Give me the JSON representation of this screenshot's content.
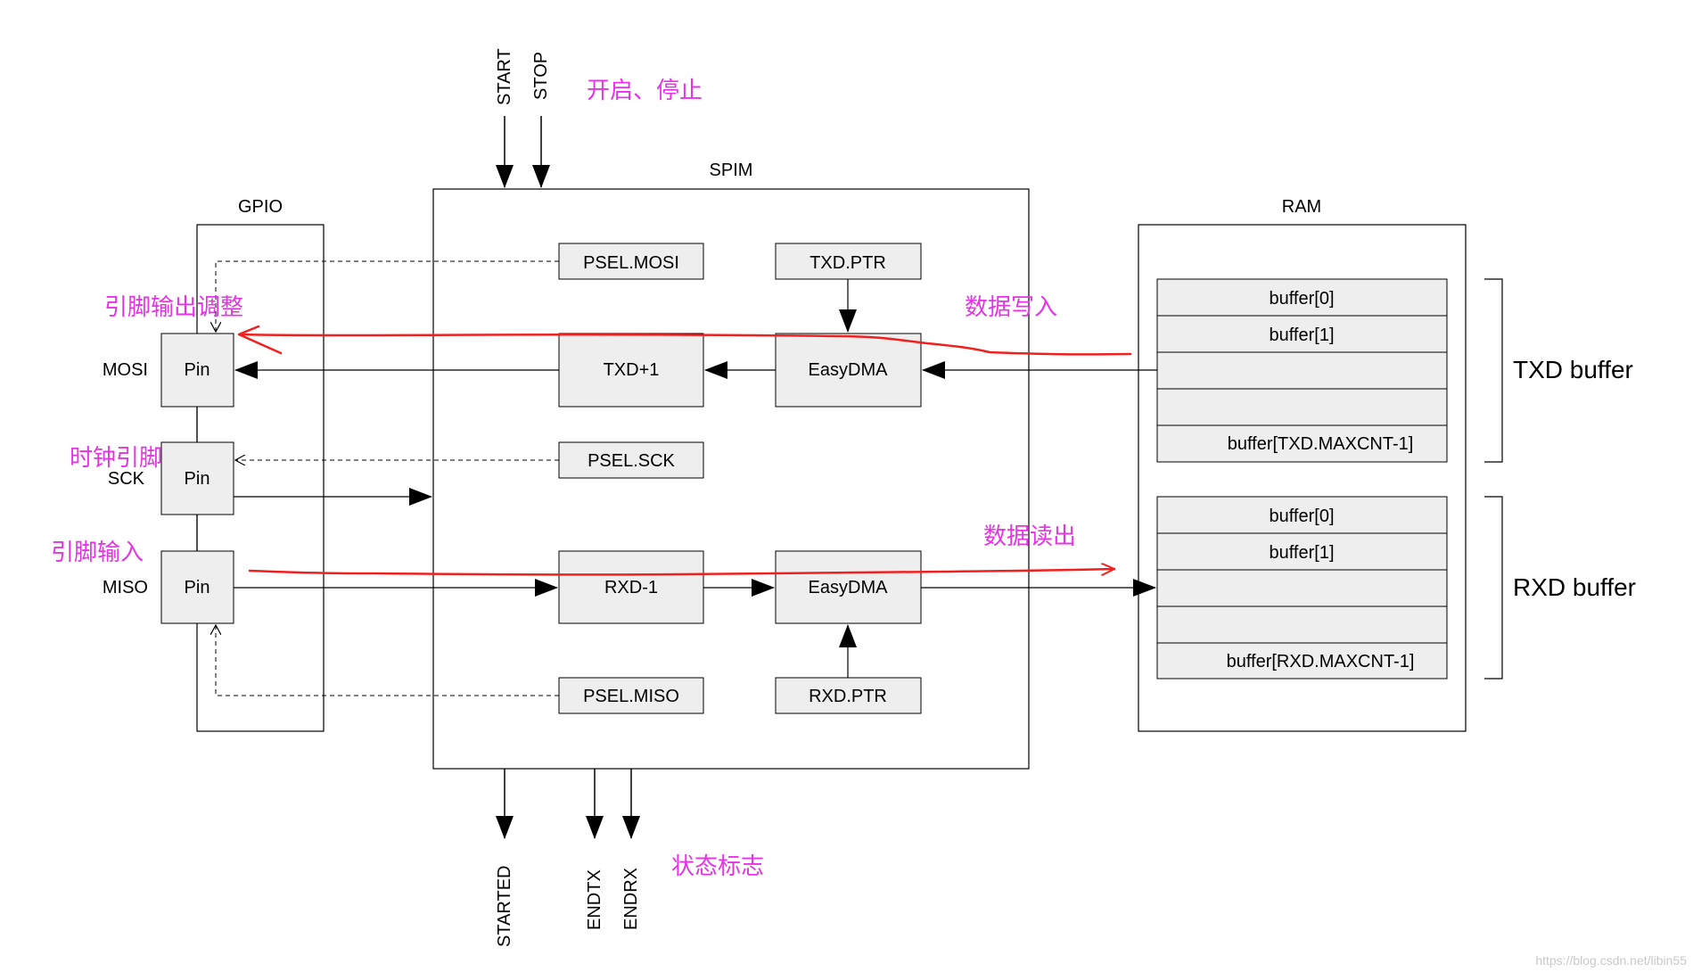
{
  "colors": {
    "line": "#000000",
    "box_fill": "#eeeeee",
    "annotation_text": "#e633e6",
    "annotation_stroke": "#f02020",
    "watermark": "#c8c8c8"
  },
  "signals": {
    "start": "START",
    "stop": "STOP",
    "started": "STARTED",
    "endtx": "ENDTX",
    "endrx": "ENDRX"
  },
  "blocks": {
    "spim": "SPIM",
    "gpio": "GPIO",
    "ram": "RAM"
  },
  "gpio": {
    "pin_label": "Pin",
    "mosi": "MOSI",
    "sck": "SCK",
    "miso": "MISO"
  },
  "spim": {
    "psel_mosi": "PSEL.MOSI",
    "txd_ptr": "TXD.PTR",
    "txd_plus1": "TXD+1",
    "easydma_tx": "EasyDMA",
    "psel_sck": "PSEL.SCK",
    "rxd_minus1": "RXD-1",
    "easydma_rx": "EasyDMA",
    "psel_miso": "PSEL.MISO",
    "rxd_ptr": "RXD.PTR"
  },
  "ram": {
    "tx_buffer": [
      "buffer[0]",
      "buffer[1]",
      "",
      "",
      "buffer[TXD.MAXCNT-1]"
    ],
    "rx_buffer": [
      "buffer[0]",
      "buffer[1]",
      "",
      "",
      "buffer[RXD.MAXCNT-1]"
    ],
    "txd_buffer_label": "TXD buffer",
    "rxd_buffer_label": "RXD buffer"
  },
  "annotations": {
    "start_stop": "开启、停止",
    "pin_output_adjust": "引脚输出调整",
    "clock_pin": "时钟引脚",
    "pin_input": "引脚输入",
    "data_write": "数据写入",
    "data_read": "数据读出",
    "status_flags": "状态标志"
  },
  "watermark": "https://blog.csdn.net/libin55"
}
